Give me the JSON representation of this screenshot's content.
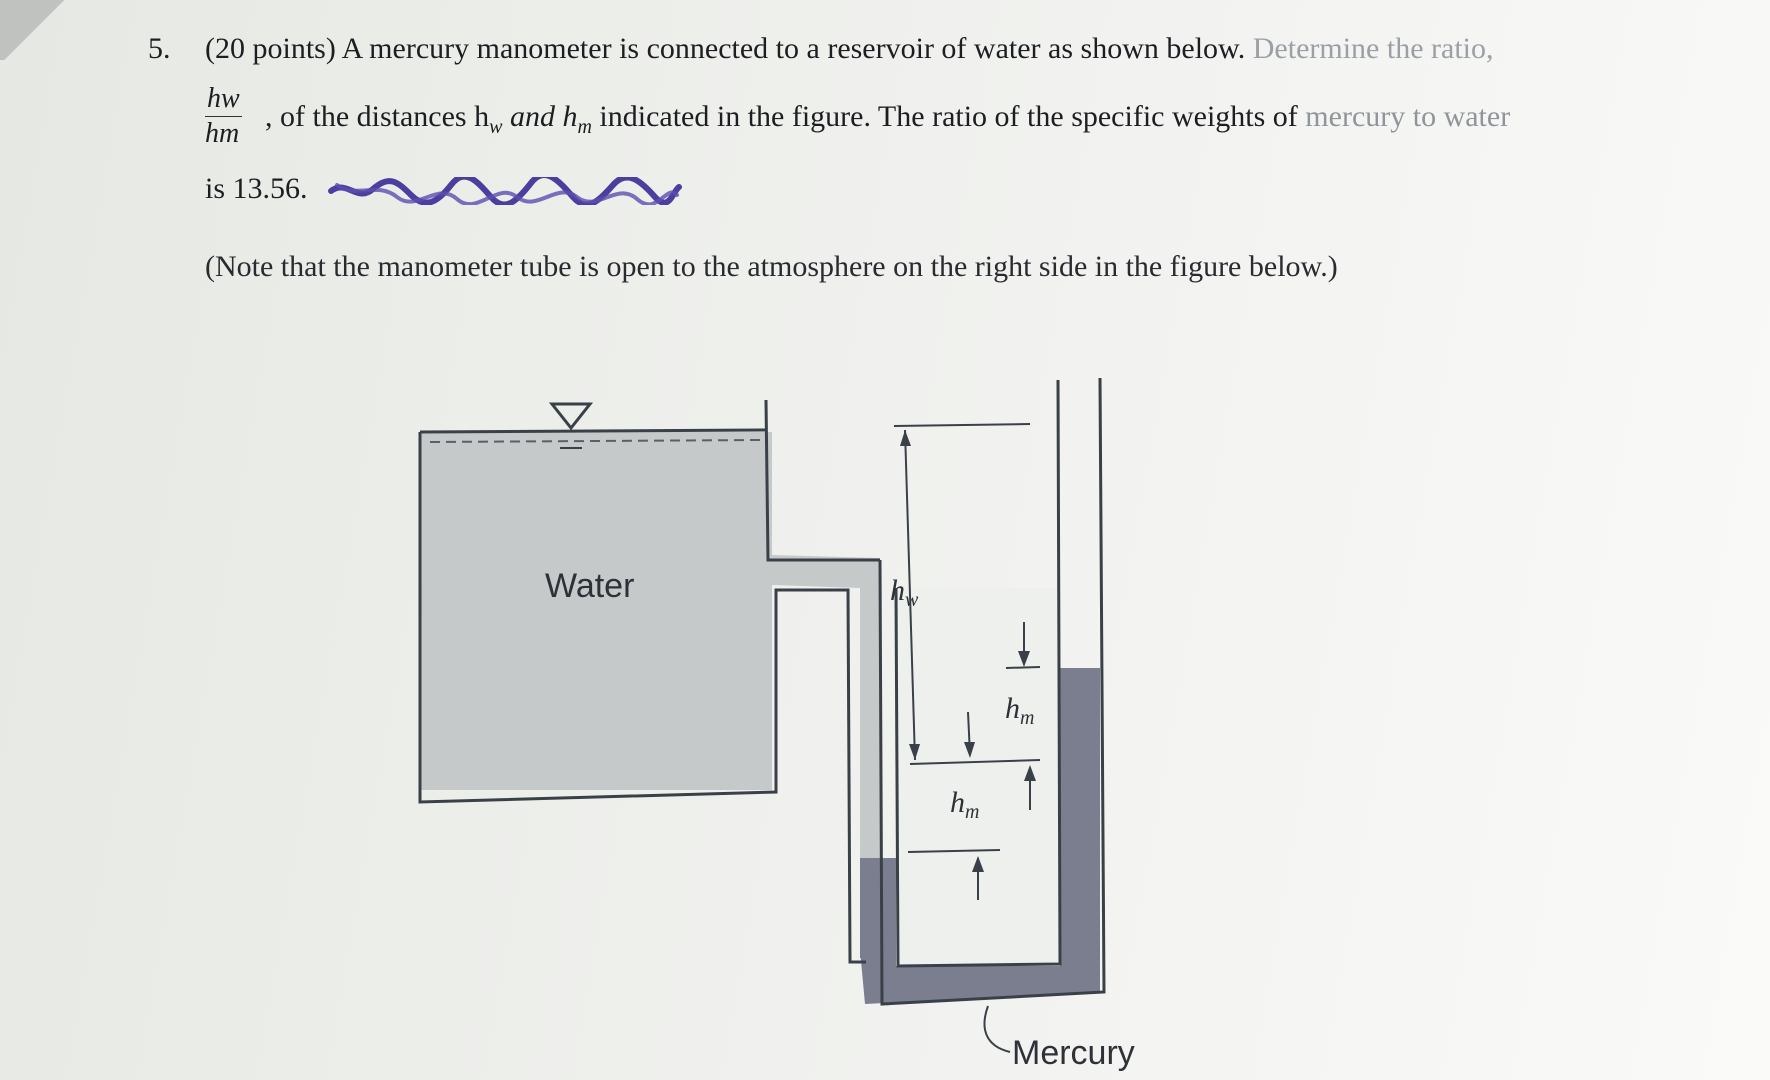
{
  "question": {
    "number": "5.",
    "line1": "(20 points) A mercury manometer is connected to a reservoir of water as shown below.",
    "line1_faded": "Determine the ratio,",
    "fraction_num": "hw",
    "fraction_den": "hm",
    "line2_a": ", of the distances h",
    "line2_sub1": "w",
    "line2_and": "and h",
    "line2_sub2": "m",
    "line2_b": "indicated in the figure. The ratio of the specific weights of",
    "line2_faded": "mercury to water",
    "line3": "is 13.56.",
    "note": "(Note that the manometer tube is open to the atmosphere on the right side in the figure below.)"
  },
  "figure": {
    "water_label": "Water",
    "hw_label": "hw",
    "hm_label_left": "hm",
    "hm_label_right": "hm",
    "mercury_label": "Mercury",
    "colors": {
      "water": "#c6c9c9",
      "mercury": "#7b7e8e",
      "outline": "#3a4048"
    }
  }
}
